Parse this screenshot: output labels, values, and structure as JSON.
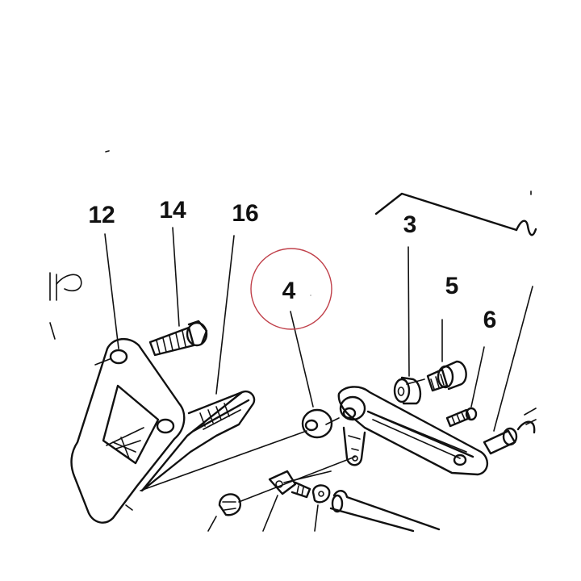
{
  "diagram": {
    "highlight_color": "#c0404a",
    "callouts": [
      {
        "id": "c12",
        "label": "12"
      },
      {
        "id": "c14",
        "label": "14"
      },
      {
        "id": "c16",
        "label": "16"
      },
      {
        "id": "c4",
        "label": "4"
      },
      {
        "id": "c3",
        "label": "3"
      },
      {
        "id": "c5",
        "label": "5"
      },
      {
        "id": "c6",
        "label": "6"
      }
    ],
    "highlighted_callout": "4"
  }
}
